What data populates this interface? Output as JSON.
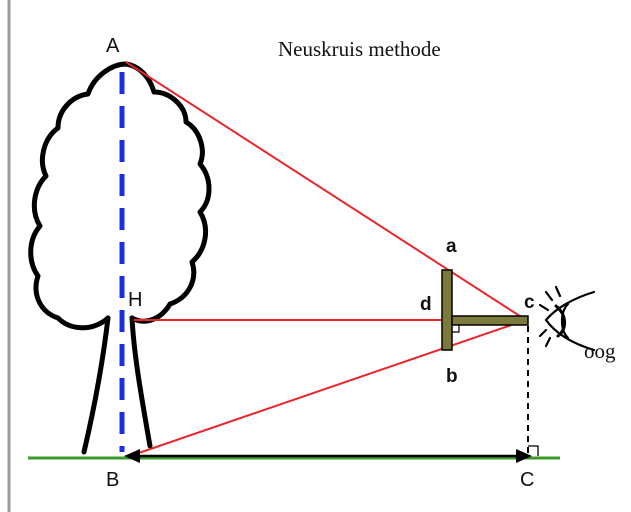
{
  "title": "Neuskruis methode",
  "eye_label": "oog",
  "points": {
    "A": "A",
    "B": "B",
    "C": "C",
    "H": "H",
    "a": "a",
    "b": "b",
    "c": "c",
    "d": "d"
  },
  "colors": {
    "sight_lines": "#e8262b",
    "tree_axis": "#1a2fe0",
    "ground": "#3a9a2a",
    "cross_staff": "#7b7a3a",
    "outline": "#000000",
    "frame": "#9a9a9a"
  },
  "icons": {
    "tree": "tree-outline-icon",
    "eye": "eye-icon",
    "right_angle": "right-angle-icon"
  }
}
